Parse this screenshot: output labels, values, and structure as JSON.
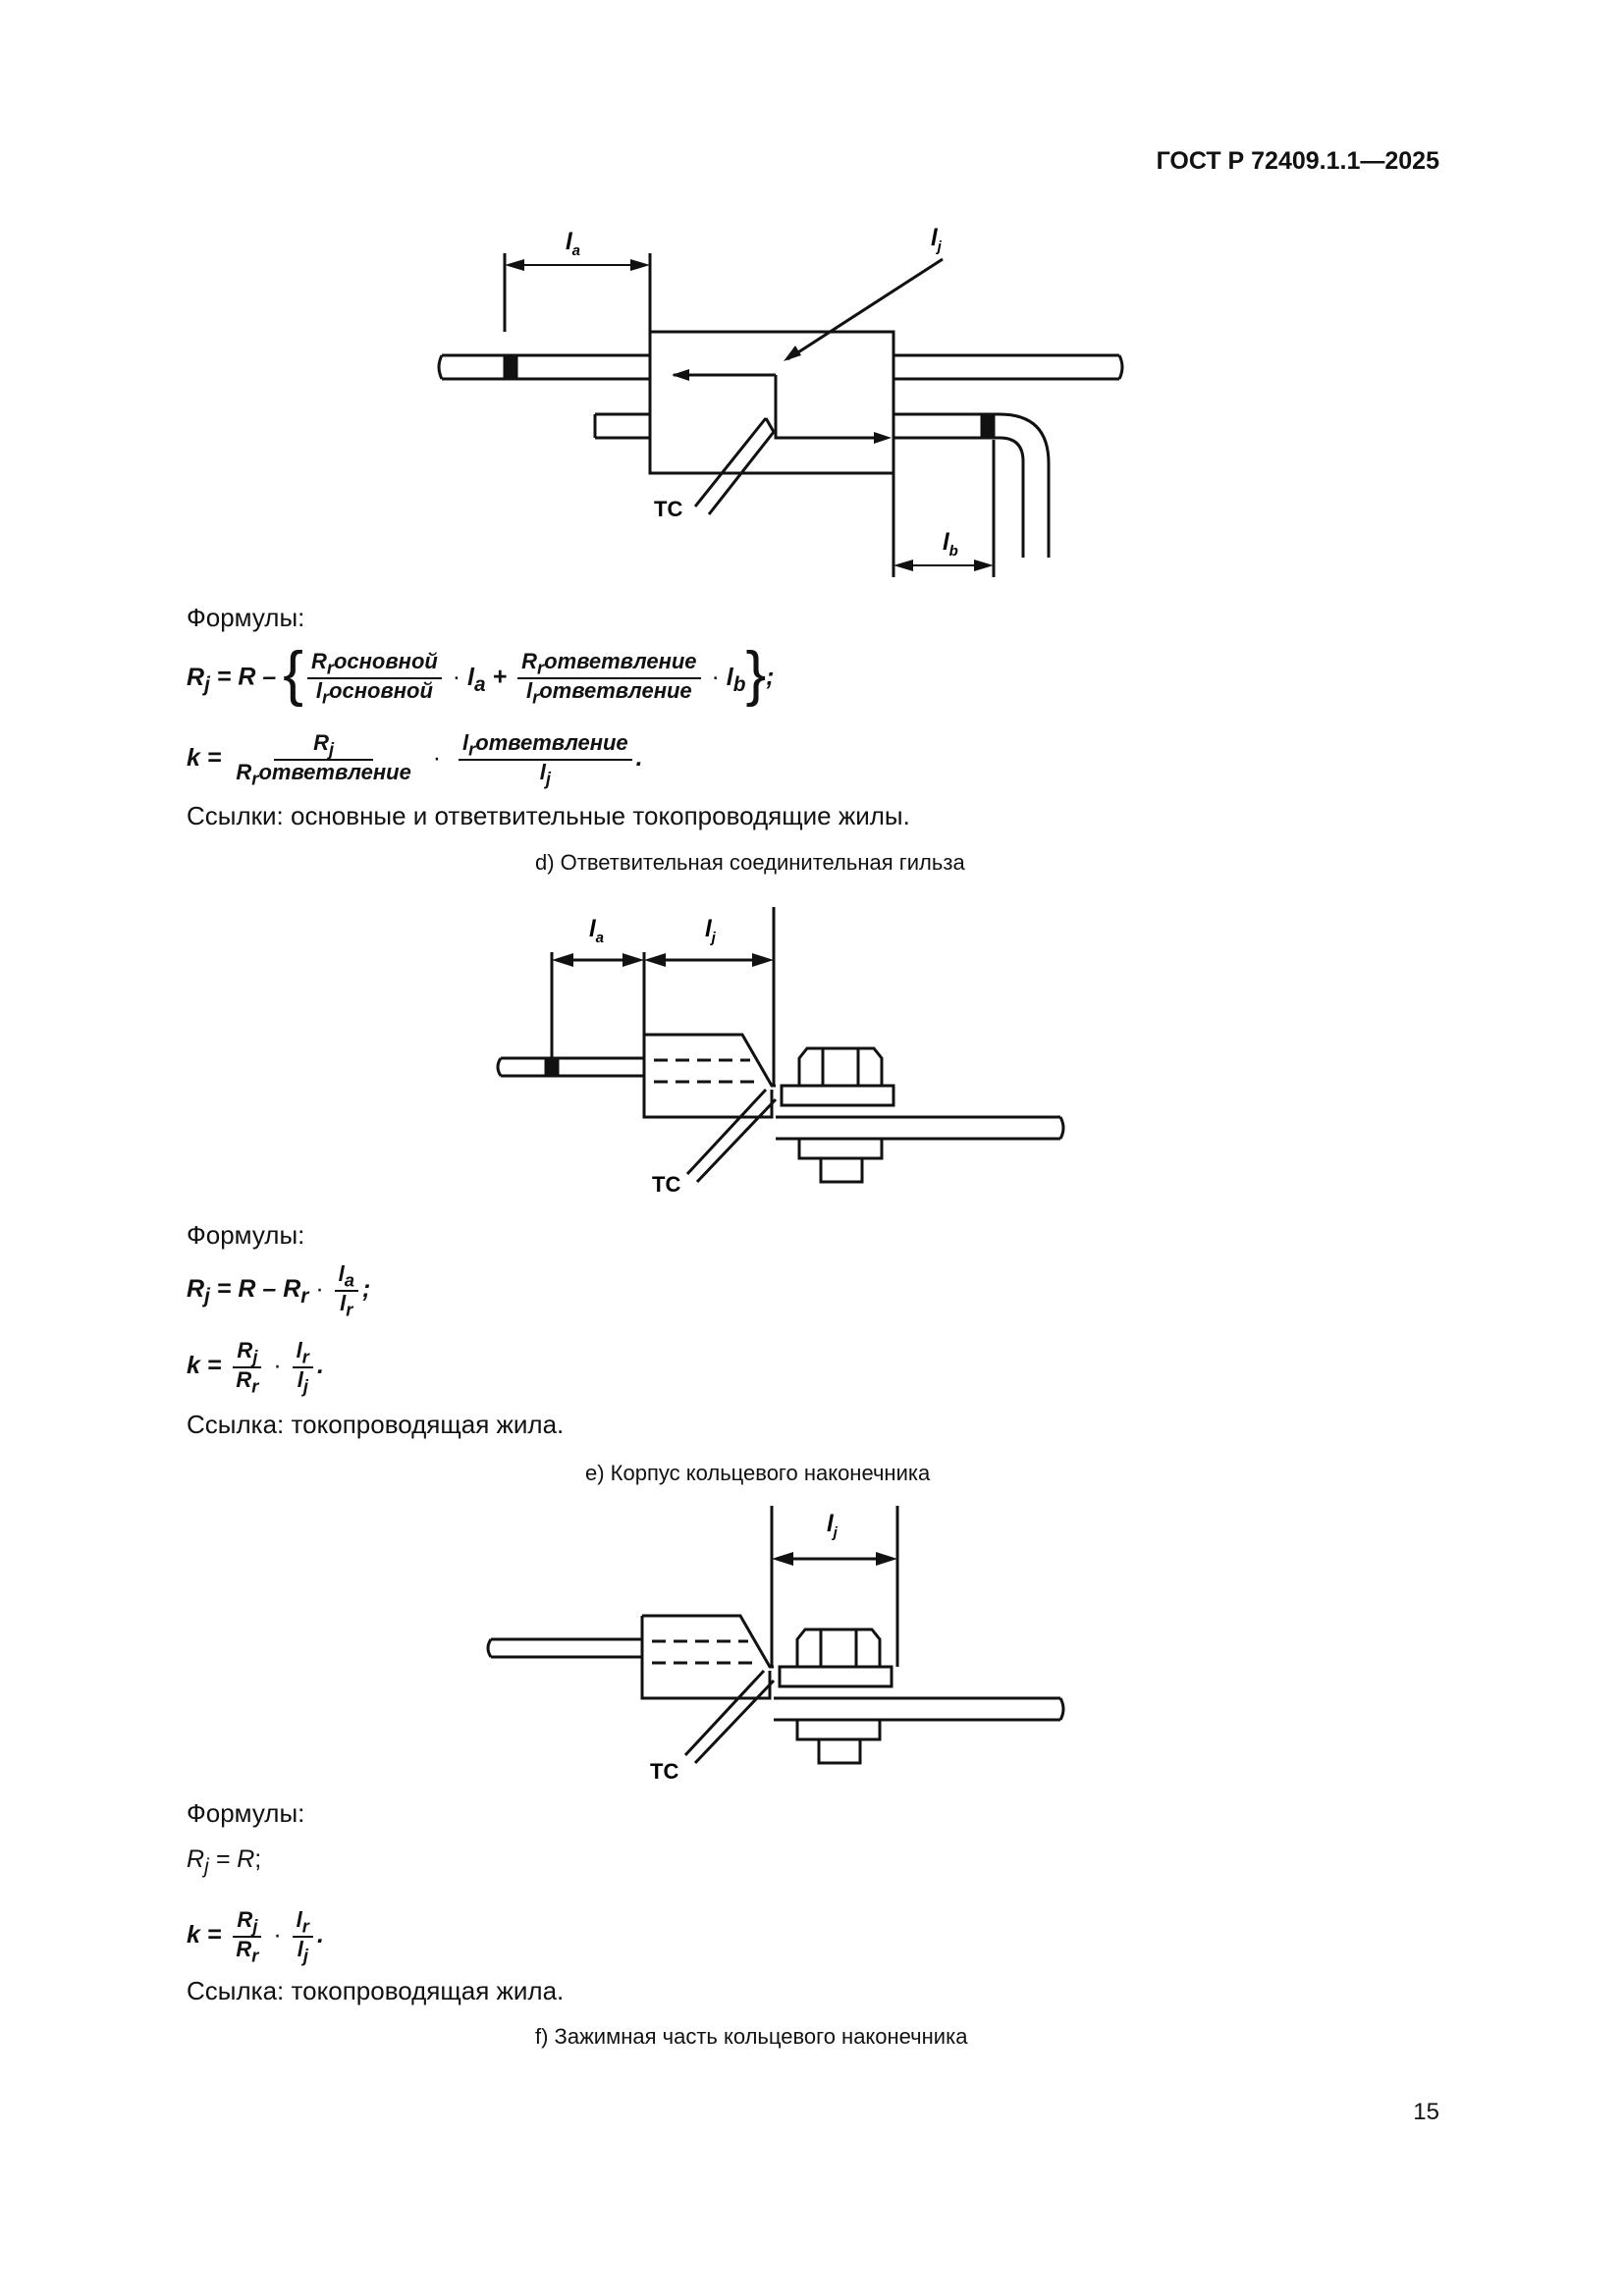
{
  "header": {
    "doc_id": "ГОСТ Р 72409.1.1—2025"
  },
  "page_number": "15",
  "sections": {
    "d": {
      "formulas_label": "Формулы:",
      "dim_la": "l",
      "dim_la_sub": "a",
      "dim_lb": "l",
      "dim_lb_sub": "b",
      "dim_lj": "l",
      "dim_lj_sub": "j",
      "tc_label": "TC",
      "link_text": "Ссылки: основные и ответвительные токопроводящие жилы.",
      "caption": "d) Ответвительная соединительная гильза",
      "word_main": "основной",
      "word_branch": "ответвление"
    },
    "e": {
      "formulas_label": "Формулы:",
      "dim_la": "l",
      "dim_la_sub": "a",
      "dim_lj": "l",
      "dim_lj_sub": "j",
      "tc_label": "TC",
      "link_text": "Ссылка: токопроводящая жила.",
      "caption": "e) Корпус кольцевого наконечника"
    },
    "f": {
      "formulas_label": "Формулы:",
      "dim_lj": "l",
      "dim_lj_sub": "j",
      "tc_label": "TC",
      "link_text": "Ссылка: токопроводящая жила.",
      "caption": "f) Зажимная часть кольцевого наконечника"
    }
  }
}
